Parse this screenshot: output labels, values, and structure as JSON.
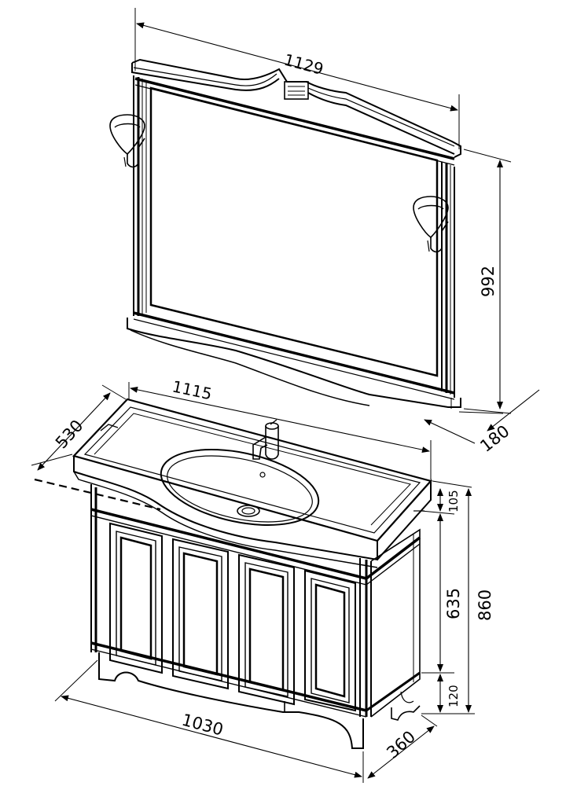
{
  "dimensions": {
    "mirror_width": "1129",
    "mirror_height": "992",
    "mirror_depth": "180",
    "top_width": "1115",
    "top_depth": "530",
    "counter_thickness": "105",
    "body_height": "635",
    "total_height": "860",
    "leg_height": "120",
    "base_width": "1030",
    "base_depth": "360"
  }
}
